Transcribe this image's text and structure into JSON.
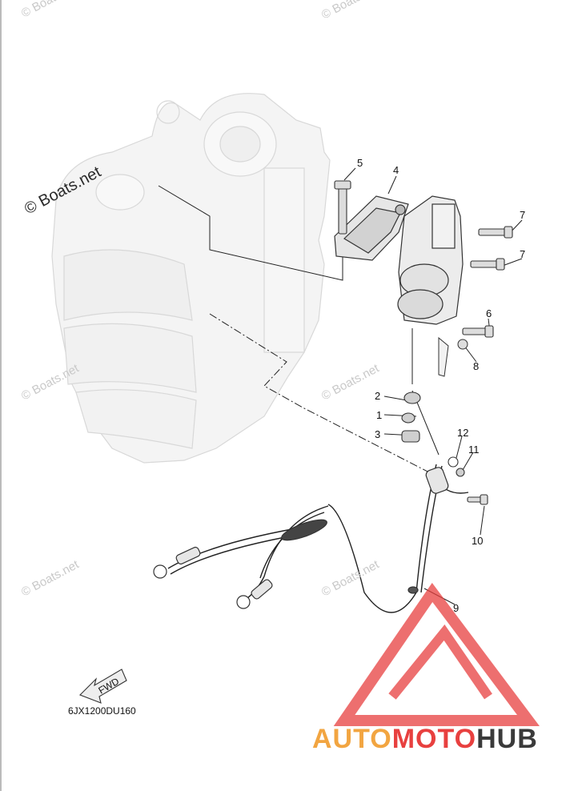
{
  "diagram": {
    "callouts": [
      "1",
      "2",
      "3",
      "4",
      "5",
      "6",
      "7",
      "7",
      "8",
      "9",
      "10",
      "11",
      "12"
    ],
    "part_code": "6JX1200DU160",
    "fwd_label": "FWD"
  },
  "watermarks": {
    "small": "© Boats.net",
    "large": "© Boats.net"
  },
  "brand": {
    "part1": "AUTO",
    "part2": "MOTO",
    "part3": "HUB",
    "color_orange": "#f2a541",
    "color_red": "#e8403f",
    "color_dark": "#3a3a3a"
  }
}
